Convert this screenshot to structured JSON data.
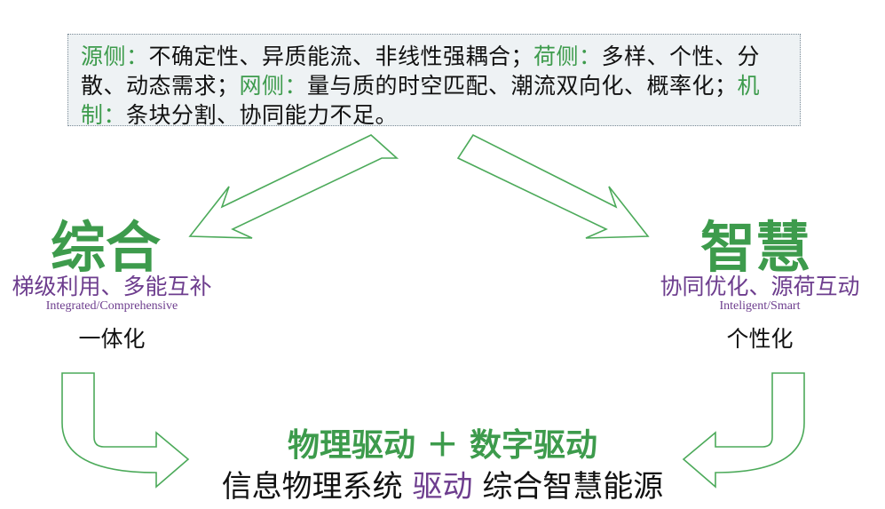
{
  "top_box": {
    "src_label": "源侧：",
    "src_text": "不确定性、异质能流、非线性强耦合；",
    "load_label": "荷侧：",
    "load_text": "多样、个性、分散、动态需求；",
    "grid_label": "网侧：",
    "grid_text": "量与质的时空匹配、潮流双向化、概率化；",
    "mech_label": "机制：",
    "mech_text": "条块分割、协同能力不足。"
  },
  "left": {
    "title": "综合",
    "subtitle": "梯级利用、多能互补",
    "english": "Integrated/Comprehensive",
    "note": "一体化"
  },
  "right": {
    "title": "智慧",
    "subtitle": "协同优化、源荷互动",
    "english": "Inteligent/Smart",
    "note": "个性化"
  },
  "bottom": {
    "title": "物理驱动 ＋ 数字驱动",
    "line_a": "信息物理系统",
    "line_b": "驱动",
    "line_c": "综合智慧能源"
  },
  "colors": {
    "green": "#3d9b4c",
    "purple": "#6d3d8e",
    "arrow_stroke": "#4caa5a"
  }
}
